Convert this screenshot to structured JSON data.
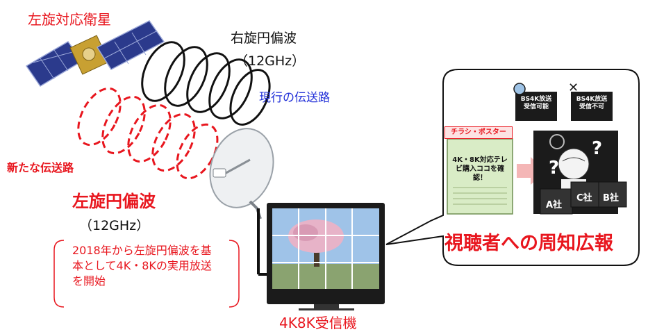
{
  "satellite": {
    "title": "左旋対応衛星"
  },
  "right_wave": {
    "label": "右旋円偏波",
    "freq": "（12GHz）",
    "path_label": "現行の伝送路"
  },
  "left_wave": {
    "path_label": "新たな伝送路",
    "label": "左旋円偏波",
    "freq": "（12GHz）"
  },
  "notice": {
    "text": "2018年から左旋円偏波を基本として4K・8Kの実用放送を開始"
  },
  "receiver": {
    "label": "4K8K受信機"
  },
  "bubble": {
    "title": "視聴者への周知広報",
    "flyer_tag": "チラシ・ポスター",
    "flyer_text": "4K・8K対応テレビ購入ココを確認！",
    "tv_ok": {
      "line1": "BS4K放送",
      "line2": "受信可能"
    },
    "tv_ng": {
      "line1": "BS4K放送",
      "line2": "受信不可"
    },
    "companies": [
      "A社",
      "C社",
      "B社"
    ]
  },
  "colors": {
    "accent_red": "#e8161e",
    "current_blue": "#2230d8"
  }
}
